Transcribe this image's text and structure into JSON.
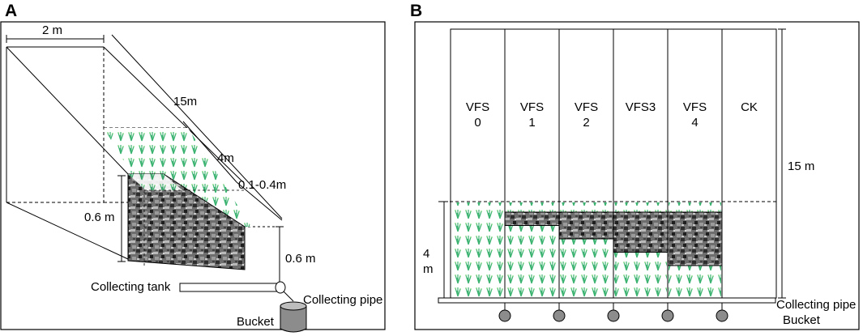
{
  "colors": {
    "grass": "#3cb371",
    "grass_light": "#7ed87e",
    "soil_dark": "#3a3a3a",
    "soil_mid": "#777777",
    "frame": "#000000",
    "bucket": "#8c8c8c"
  },
  "panel_a": {
    "letter": "A",
    "width_label": "2 m",
    "length_label": "15m",
    "strip_label": "4m",
    "depth_range_label": "0.1-0.4m",
    "tank_height_label": "0.6 m",
    "outlet_height_label": "0.6 m",
    "tank_label": "Collecting tank",
    "pipe_label": "Collecting pipe",
    "bucket_label": "Bucket"
  },
  "panel_b": {
    "letter": "B",
    "plots": [
      {
        "line1": "VFS",
        "line2": "0",
        "soil_depth_fraction": 0.0
      },
      {
        "line1": "VFS",
        "line2": "1",
        "soil_depth_fraction": 0.1
      },
      {
        "line1": "VFS",
        "line2": "2",
        "soil_depth_fraction": 0.2
      },
      {
        "line1": "VFS3",
        "line2": "",
        "soil_depth_fraction": 0.3
      },
      {
        "line1": "VFS",
        "line2": "4",
        "soil_depth_fraction": 0.4
      },
      {
        "line1": "CK",
        "line2": "",
        "soil_depth_fraction": 1.0
      }
    ],
    "length_label": "15 m",
    "strip_label_line1": "4",
    "strip_label_line2": "m",
    "pipe_label": "Collecting pipe",
    "bucket_label": "Bucket"
  }
}
